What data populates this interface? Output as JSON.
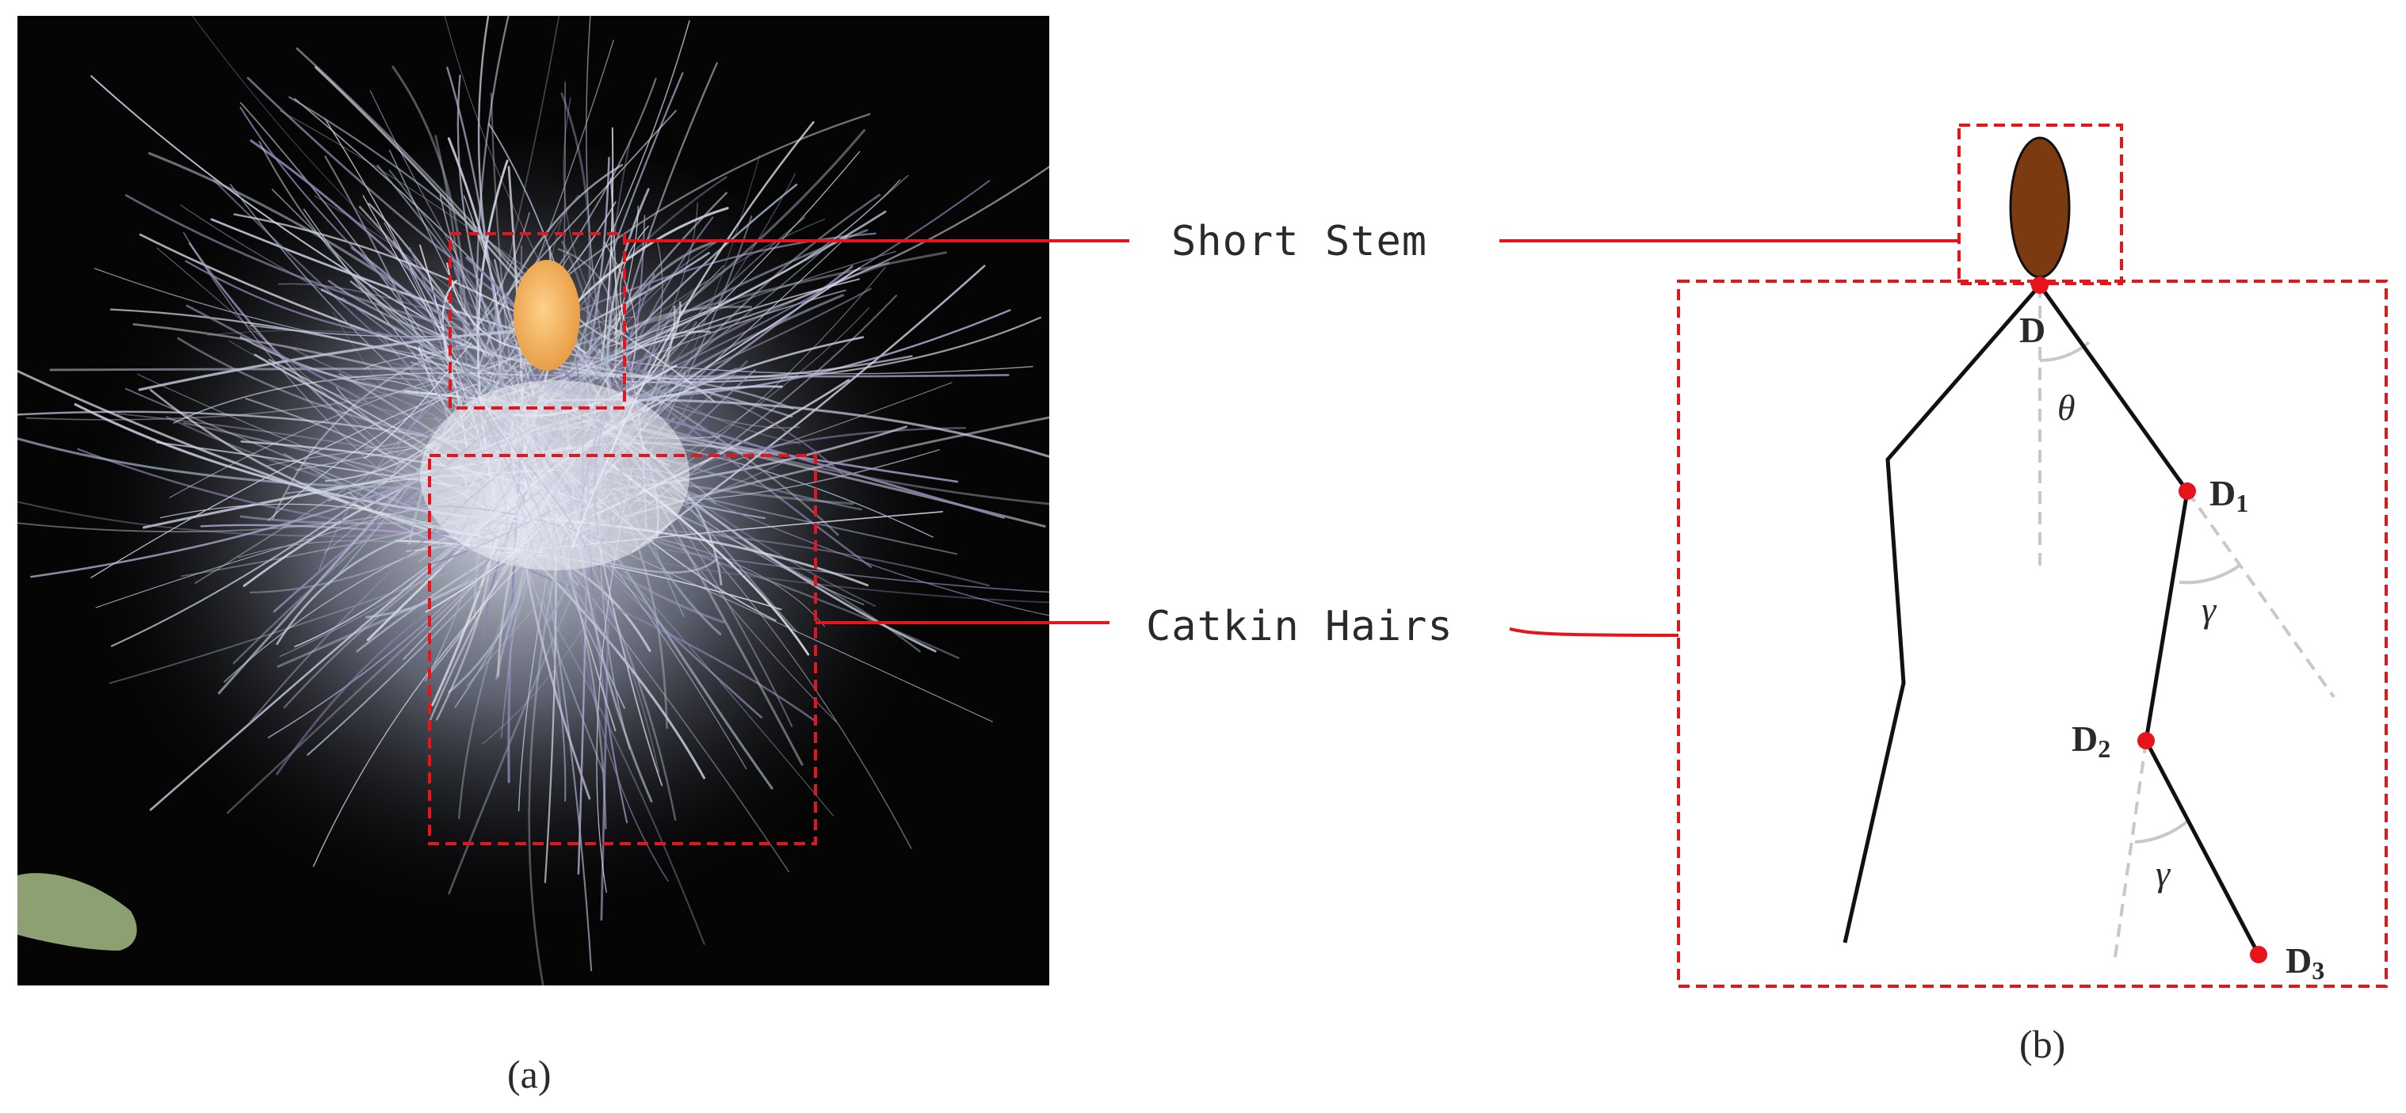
{
  "panel_a": {
    "caption": "(a)"
  },
  "callouts": {
    "short_stem": "Short Stem",
    "catkin_hairs": "Catkin Hairs"
  },
  "panel_b": {
    "caption": "(b)",
    "points": {
      "d": "D",
      "d1_main": "D",
      "d1_sub": "1",
      "d2_main": "D",
      "d2_sub": "2",
      "d3_main": "D",
      "d3_sub": "3"
    },
    "angles": {
      "theta": "θ",
      "gamma_1": "γ",
      "gamma_2": "γ"
    }
  },
  "colors": {
    "annotation_red": "#e8141b",
    "seed_brown": "#7b3a10",
    "photo_background": "#050505",
    "stem_orange": "#f2a855",
    "reference_gray": "#c8c8c8"
  }
}
